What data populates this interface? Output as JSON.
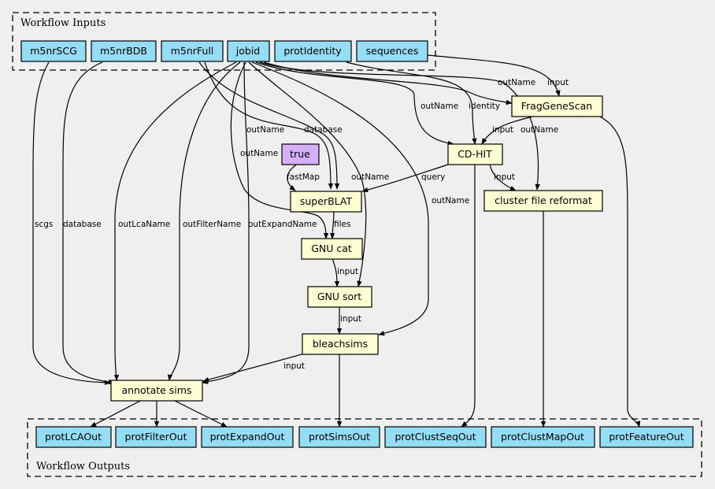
{
  "clusters": {
    "inputs_title": "Workflow Inputs",
    "outputs_title": "Workflow Outputs"
  },
  "colors": {
    "io_node": "#94ddf4",
    "step_node": "#ffffd4",
    "param_node": "#d5aefc",
    "background": "#efefef"
  },
  "nodes": {
    "m5nrSCG": "m5nrSCG",
    "m5nrBDB": "m5nrBDB",
    "m5nrFull": "m5nrFull",
    "jobid": "jobid",
    "protIdentity": "protIdentity",
    "sequences": "sequences",
    "fraggenescan": "FragGeneScan",
    "cdhit": "CD-HIT",
    "true": "true",
    "superblat": "superBLAT",
    "clusterreformat": "cluster file reformat",
    "gnucat": "GNU cat",
    "gnusort": "GNU sort",
    "bleachsims": "bleachsims",
    "annotatesims": "annotate sims",
    "protLCAOut": "protLCAOut",
    "protFilterOut": "protFilterOut",
    "protExpandOut": "protExpandOut",
    "protSimsOut": "protSimsOut",
    "protClustSeqOut": "protClustSeqOut",
    "protClustMapOut": "protClustMapOut",
    "protFeatureOut": "protFeatureOut"
  },
  "edge_labels": {
    "fgs_outName": "outName",
    "fgs_input": "input",
    "cdhit_outName": "outName",
    "cdhit_identity": "identity",
    "cdhit_input": "input",
    "reformat_outName": "outName",
    "superblat_outName": "outName",
    "superblat_database": "database",
    "superblat_fastMap": "fastMap",
    "superblat_query": "query",
    "gnucat_outName": "outName",
    "gnucat_files": "files",
    "gnusort_outName": "outName",
    "gnusort_input": "input",
    "reformat_input": "input",
    "bleach_outName": "outName",
    "bleach_input": "input",
    "annot_scgs": "scgs",
    "annot_database": "database",
    "annot_outLcaName": "outLcaName",
    "annot_outFilterName": "outFilterName",
    "annot_outExpandName": "outExpandName",
    "annot_input": "input"
  }
}
